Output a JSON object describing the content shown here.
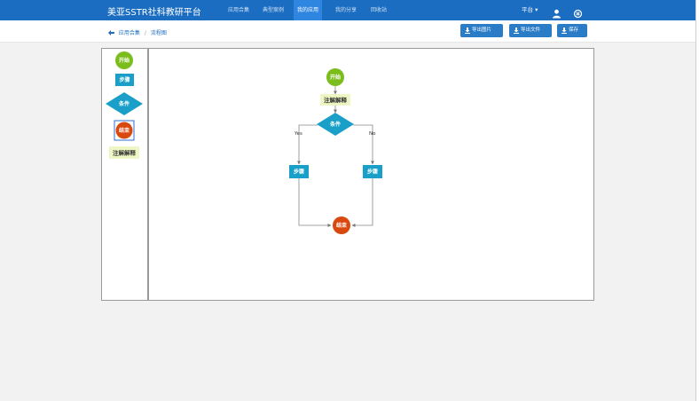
{
  "app": {
    "brand": "美亚SSTR社科教研平台",
    "nav": [
      {
        "label": "应用合集",
        "active": false
      },
      {
        "label": "典型案例",
        "active": false
      },
      {
        "label": "我的应用",
        "active": true
      },
      {
        "label": "我的分享",
        "active": false
      },
      {
        "label": "回收站",
        "active": false
      }
    ],
    "platform_menu": "平台 ▾",
    "user_icon": "user-icon",
    "logout_icon": "power-icon",
    "colors": {
      "navbar": "#1b6dc1",
      "active_tab": "#2f86e0",
      "button": "#2a7cc7",
      "start": "#7cbd1e",
      "step": "#1aa0c8",
      "end": "#d9480f",
      "note": "#eef7c4"
    }
  },
  "breadcrumb": {
    "back_icon": "arrow-left-icon",
    "parent": "应用合集",
    "separator": "/",
    "current": "流程图"
  },
  "toolbar": {
    "export_image": "导出图片",
    "export_file": "导出文件",
    "save": "保存"
  },
  "palette": {
    "start": "开始",
    "step": "步骤",
    "condition": "条件",
    "end": "结束",
    "note": "注解解释"
  },
  "diagram": {
    "start": "开始",
    "note": "注解解释",
    "condition": "条件",
    "yes": "Yes",
    "no": "No",
    "step_left": "步骤",
    "step_right": "步骤",
    "end": "结束"
  }
}
